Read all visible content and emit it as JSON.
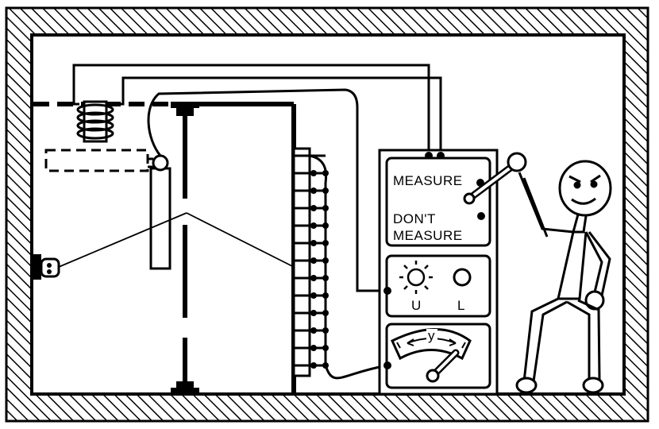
{
  "switch_panel": {
    "measure_label": "MEASURE",
    "dont_label_line1": "DON'T",
    "dont_label_line2": "MEASURE"
  },
  "light_panel": {
    "u_label": "U",
    "l_label": "L"
  },
  "meter_panel": {
    "scale_label": "y"
  },
  "colors": {
    "ink": "#000000",
    "paper": "#ffffff"
  }
}
